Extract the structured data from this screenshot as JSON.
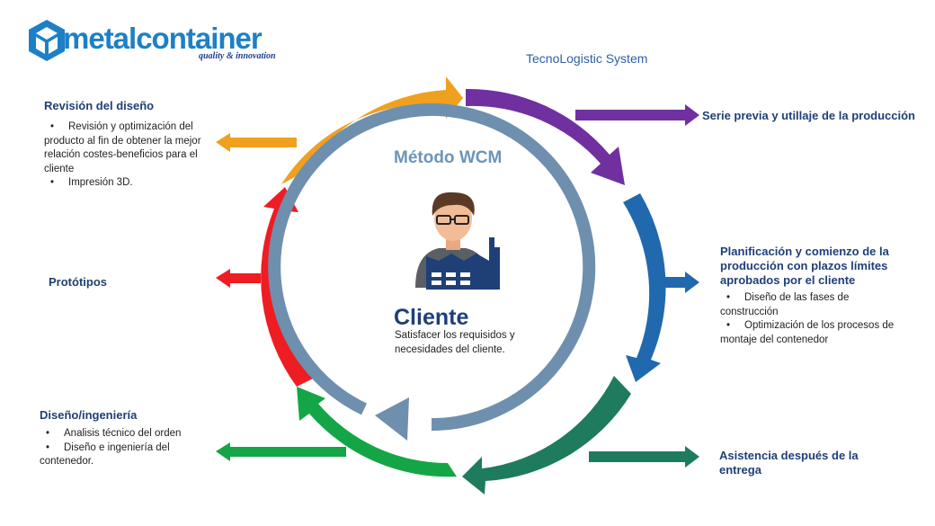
{
  "logo": {
    "name": "metalcontainer",
    "tagline": "quality & innovation"
  },
  "system_label": "TecnoLogistic System",
  "method_label": "Método WCM",
  "center": {
    "title": "Cliente",
    "description": "Satisfacer los requisidos y necesidades del cliente."
  },
  "stages": {
    "revision": {
      "title": "Revisión del diseño",
      "bullets": [
        "Revisión y optimización del producto al fin de obtener la mejor relación costes-beneficios para el cliente",
        "Impresión 3D."
      ]
    },
    "serie": {
      "title": "Serie previa y utillaje de la producción"
    },
    "planificacion": {
      "title": "Planificación y comienzo de la producción con plazos límites aprobados por el cliente",
      "bullets": [
        "Diseño de las fases de construcción",
        "Optimización de los procesos de montaje del contenedor"
      ]
    },
    "prototipos": {
      "title": "Protótipos"
    },
    "diseno": {
      "title": "Diseño/ingeniería",
      "bullets": [
        "Analisis técnico del orden",
        "Diseño e ingeniería del contenedor."
      ]
    },
    "asistencia": {
      "title": "Asistencia después de la entrega"
    }
  },
  "colors": {
    "orange": "#f0a01f",
    "purple": "#7030a0",
    "blue": "#2169ae",
    "dark_green": "#1e7b5e",
    "green": "#14a646",
    "red": "#ef1c23",
    "inner_ring": "#6f8fae",
    "brand": "#1d80c6"
  }
}
